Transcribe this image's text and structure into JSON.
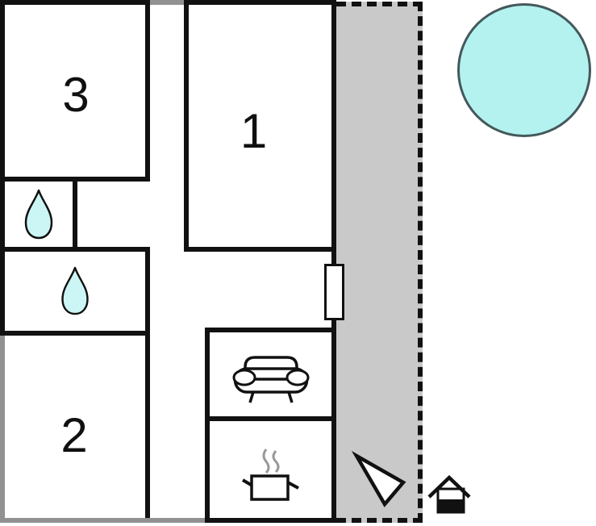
{
  "floorplan": {
    "title": "holiday-home-floor-plan",
    "bedroom_1": {
      "label": "1"
    },
    "bedroom_2": {
      "label": "2"
    },
    "bedroom_3": {
      "label": "3"
    },
    "bathroom_1": {
      "icon": "water-drop-icon"
    },
    "bathroom_2": {
      "icon": "water-drop-icon"
    },
    "living_room": {
      "icon": "sofa-icon"
    },
    "kitchen": {
      "icon": "cooking-pot-icon"
    },
    "terrace": {
      "style": "dashed-outline-gray-area"
    },
    "pool": {
      "icon": "pool-circle"
    },
    "direction_arrow": {
      "icon": "direction-arrow-icon"
    },
    "outbuilding": {
      "icon": "house-icon"
    },
    "colors": {
      "wall": "#111111",
      "wall_gray": "#919191",
      "terrace": "#c9c9c9",
      "pool_fill": "#b3f2ef",
      "pool_stroke": "#44585c",
      "water": "#ccf6f5",
      "steam": "#999999"
    }
  }
}
